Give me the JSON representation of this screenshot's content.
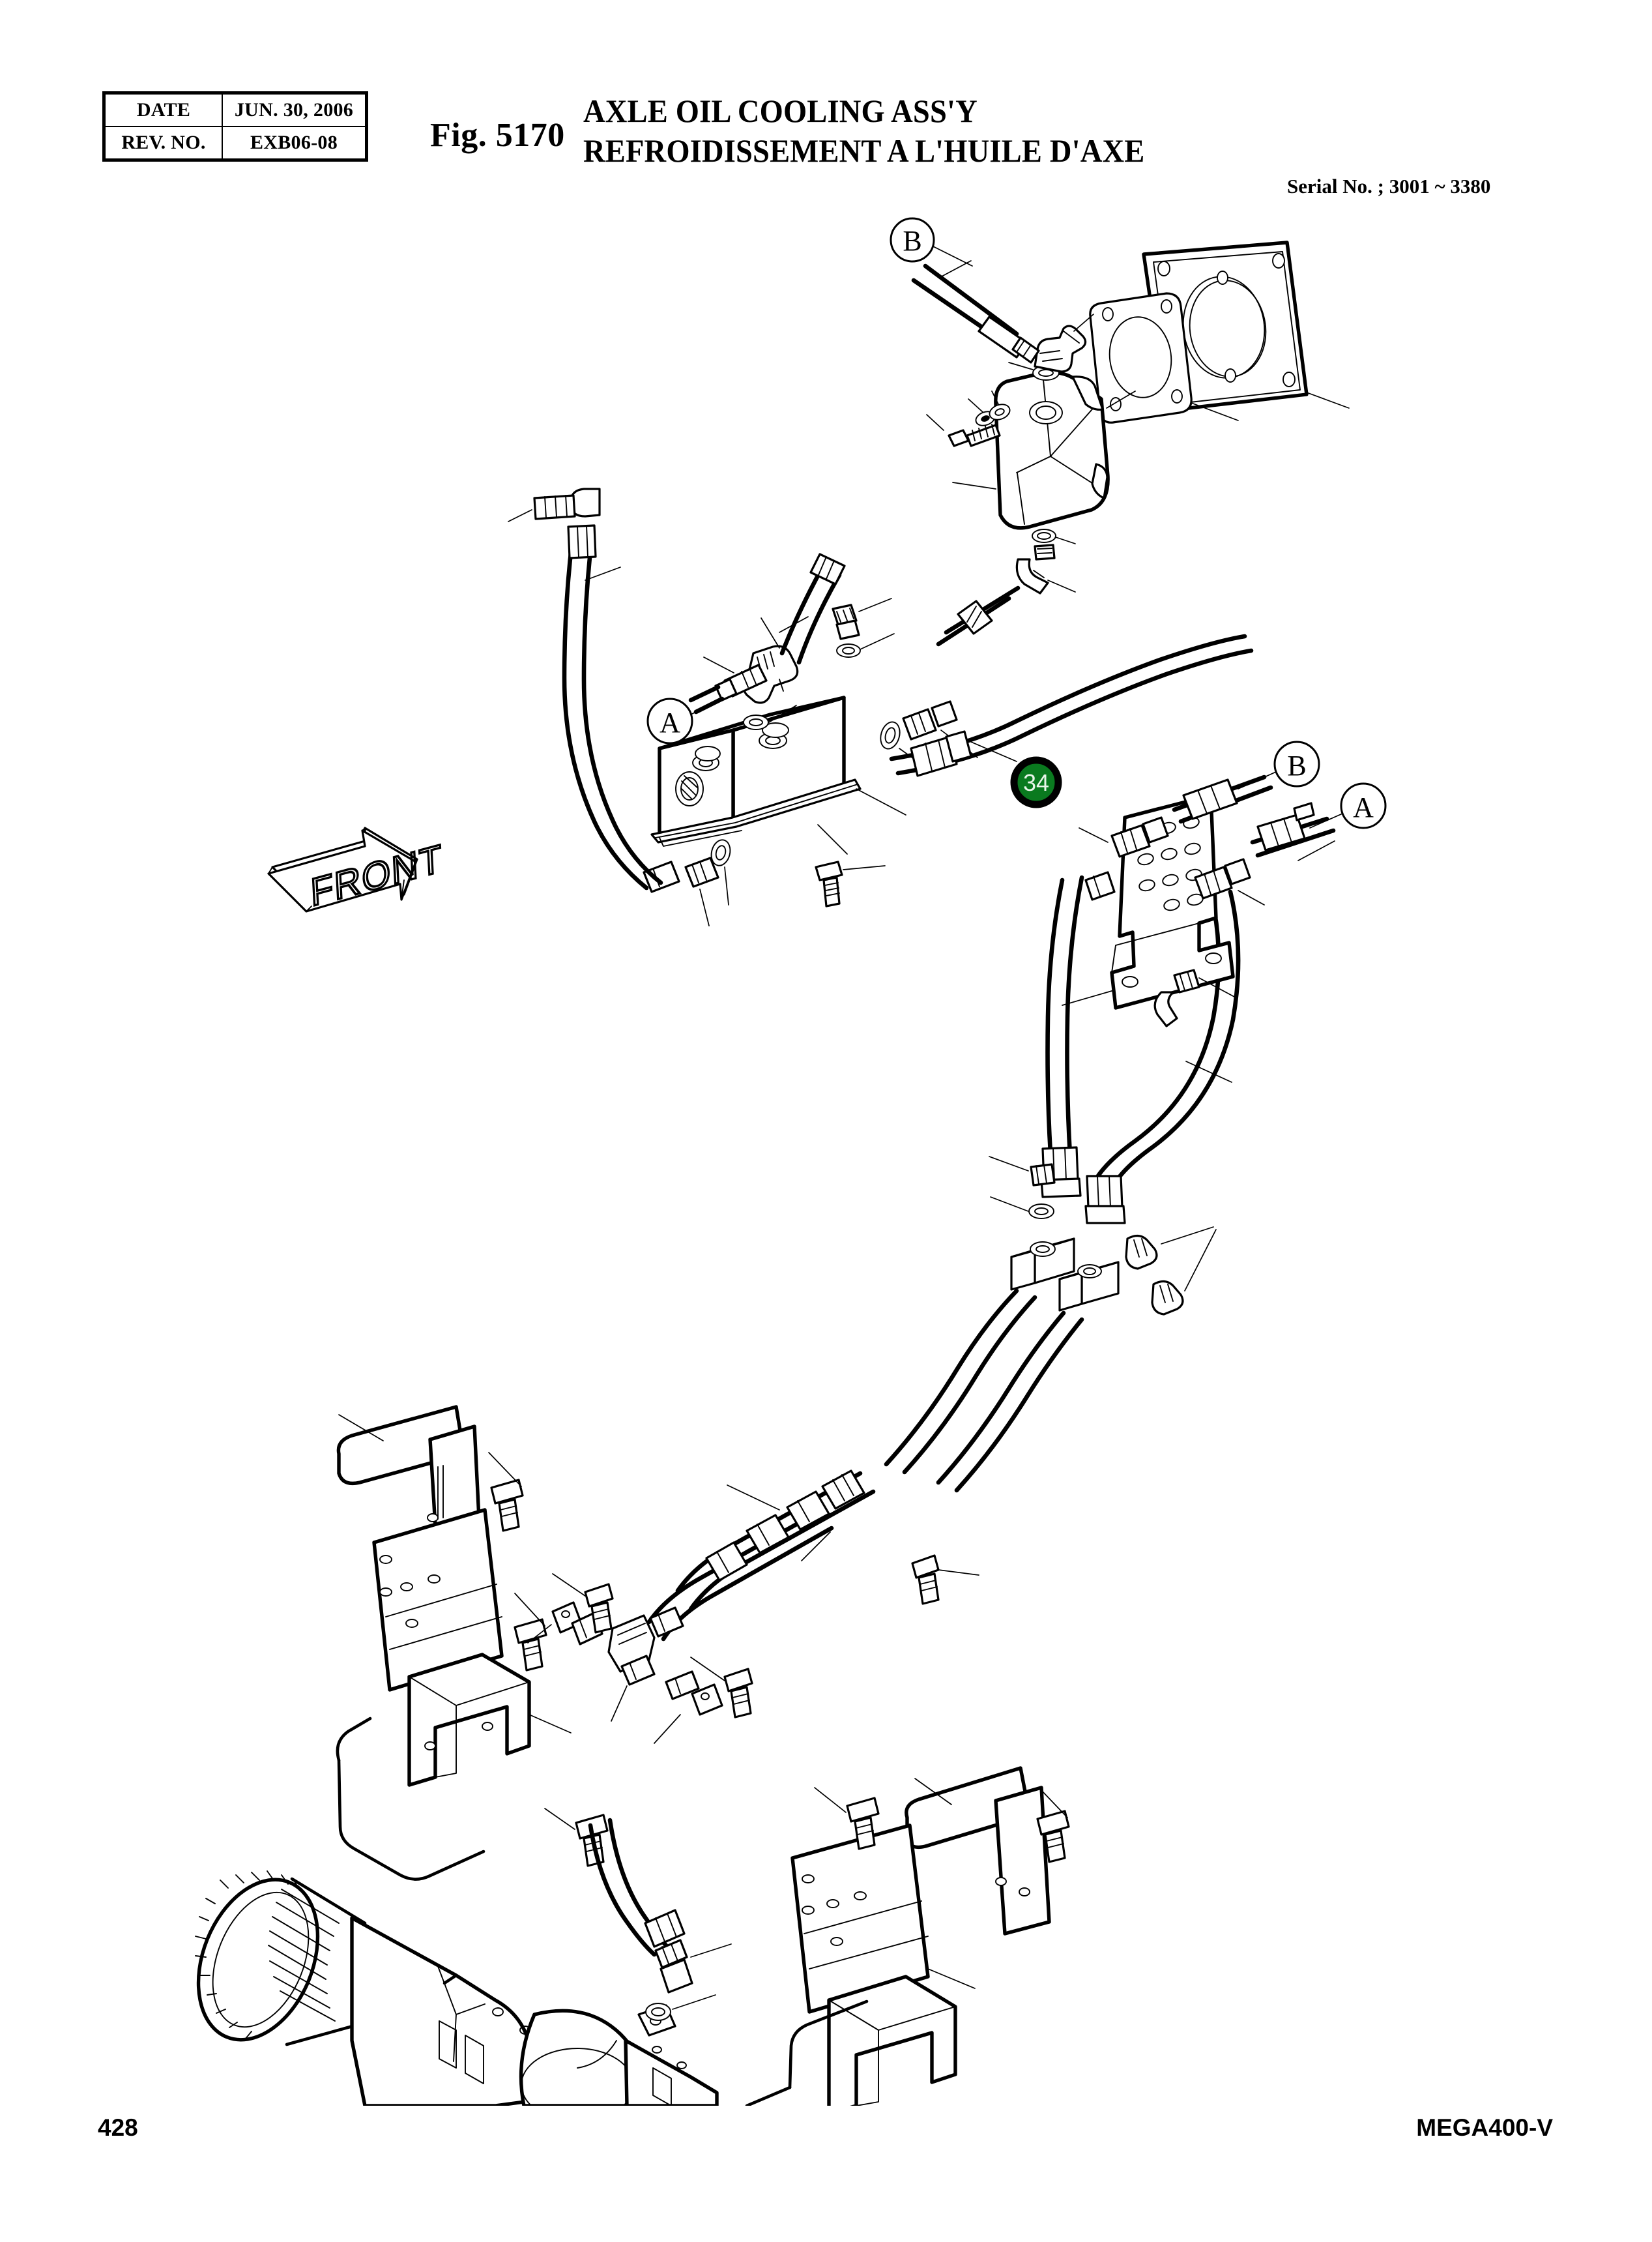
{
  "header": {
    "table": {
      "rows": [
        {
          "label": "DATE",
          "value": "JUN. 30, 2006"
        },
        {
          "label": "REV. NO.",
          "value": "EXB06-08"
        }
      ]
    },
    "figure_no": "Fig. 5170",
    "title_en": "AXLE OIL COOLING ASS'Y",
    "title_fr": "REFROIDISSEMENT A L'HUILE D'AXE",
    "serial_no": "Serial No. ; 3001 ~ 3380"
  },
  "footer": {
    "page_number": "428",
    "model": "MEGA400-V"
  },
  "diagram": {
    "orientation_label": "FRONT",
    "highlight": {
      "item_number": "34",
      "fill_color": "#0a7a1f",
      "ring_color": "#000000",
      "text_color": "#e9f5ea"
    },
    "reference_balloons": [
      {
        "label": "B",
        "position": "top-left-hose"
      },
      {
        "label": "A",
        "position": "mid-left-manifold"
      },
      {
        "label": "B",
        "position": "mid-right-bracket"
      },
      {
        "label": "A",
        "position": "right-bracket"
      }
    ]
  }
}
